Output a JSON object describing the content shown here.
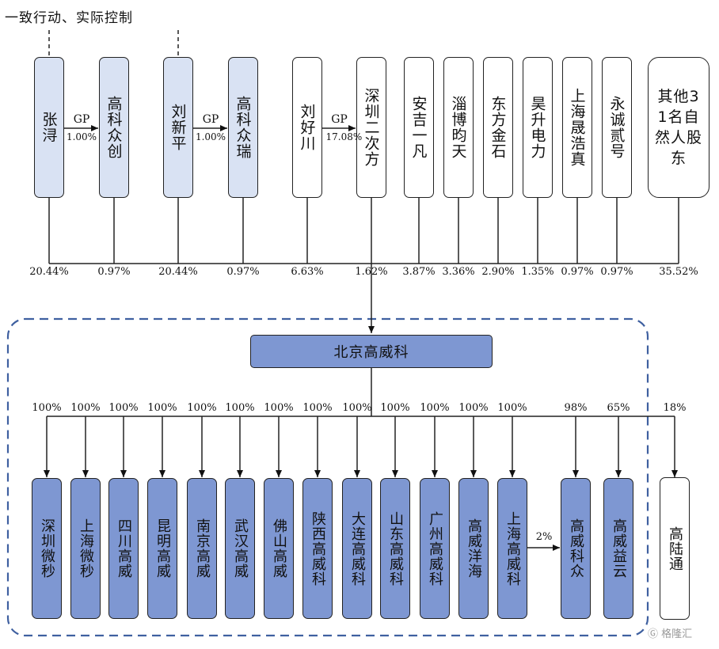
{
  "concert_note": "一致行动、实际控制",
  "parent": {
    "name": "北京高威科"
  },
  "shareholders": [
    {
      "name": "张浔",
      "pct": "20.44%",
      "style": "light"
    },
    {
      "name": "高科众创",
      "pct": "0.97%",
      "style": "light"
    },
    {
      "name": "刘新平",
      "pct": "20.44%",
      "style": "light"
    },
    {
      "name": "高科众瑞",
      "pct": "0.97%",
      "style": "light"
    },
    {
      "name": "刘好川",
      "pct": "6.63%",
      "style": "white"
    },
    {
      "name": "深圳二次方",
      "pct": "1.62%",
      "style": "white"
    },
    {
      "name": "安吉一凡",
      "pct": "3.87%",
      "style": "white"
    },
    {
      "name": "淄博昀天",
      "pct": "3.36%",
      "style": "white"
    },
    {
      "name": "东方金石",
      "pct": "2.90%",
      "style": "white"
    },
    {
      "name": "昊升电力",
      "pct": "1.35%",
      "style": "white"
    },
    {
      "name": "上海晟浩真",
      "pct": "0.97%",
      "style": "white"
    },
    {
      "name": "永诚贰号",
      "pct": "0.97%",
      "style": "white"
    },
    {
      "name": "其他31名自然人股东",
      "pct": "35.52%",
      "style": "white"
    }
  ],
  "gp_links": [
    {
      "label": "GP",
      "value": "1.00%"
    },
    {
      "label": "GP",
      "value": "1.00%"
    },
    {
      "label": "GP",
      "value": "17.08%"
    }
  ],
  "subsidiaries": [
    {
      "name": "深圳微秒",
      "pct": "100%",
      "style": "dark"
    },
    {
      "name": "上海微秒",
      "pct": "100%",
      "style": "dark"
    },
    {
      "name": "四川高威",
      "pct": "100%",
      "style": "dark"
    },
    {
      "name": "昆明高威",
      "pct": "100%",
      "style": "dark"
    },
    {
      "name": "南京高威",
      "pct": "100%",
      "style": "dark"
    },
    {
      "name": "武汉高威",
      "pct": "100%",
      "style": "dark"
    },
    {
      "name": "佛山高威",
      "pct": "100%",
      "style": "dark"
    },
    {
      "name": "陕西高威科",
      "pct": "100%",
      "style": "dark"
    },
    {
      "name": "大连高威科",
      "pct": "100%",
      "style": "dark"
    },
    {
      "name": "山东高威科",
      "pct": "100%",
      "style": "dark"
    },
    {
      "name": "广州高威科",
      "pct": "100%",
      "style": "dark"
    },
    {
      "name": "高威洋海",
      "pct": "100%",
      "style": "dark"
    },
    {
      "name": "上海高威科",
      "pct": "100%",
      "style": "dark"
    },
    {
      "name": "高威科众",
      "pct": "98%",
      "style": "dark"
    },
    {
      "name": "高威益云",
      "pct": "65%",
      "style": "dark"
    },
    {
      "name": "高陆通",
      "pct": "18%",
      "style": "white"
    }
  ],
  "sub_link": {
    "value": "2%"
  },
  "watermark": "格隆汇"
}
